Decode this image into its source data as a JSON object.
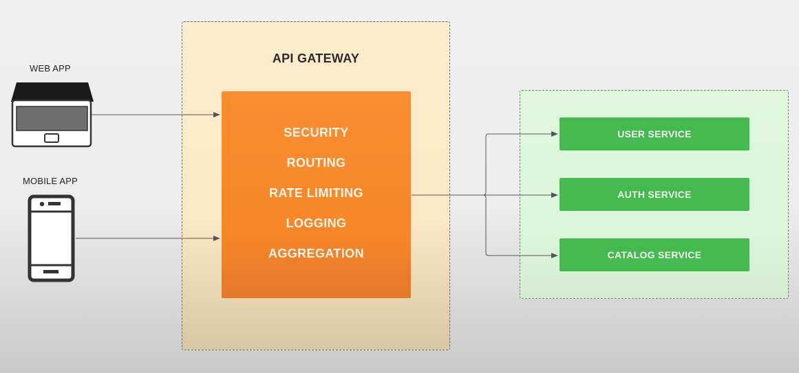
{
  "clients": {
    "web_app": {
      "label": "WEB APP",
      "icon": "laptop-icon"
    },
    "mobile_app": {
      "label": "MOBILE APP",
      "icon": "smartphone-icon"
    }
  },
  "gateway": {
    "title": "API GATEWAY",
    "features": [
      "SECURITY",
      "ROUTING",
      "RATE LIMITING",
      "LOGGING",
      "AGGREGATION"
    ]
  },
  "services": [
    "USER SERVICE",
    "AUTH SERVICE",
    "CATALOG SERVICE"
  ],
  "colors": {
    "gateway_container": "#fdeccd",
    "gateway_core": "#f88e31",
    "services_container": "#def7dd",
    "service_box": "#45b84f",
    "connector": "#555555"
  }
}
